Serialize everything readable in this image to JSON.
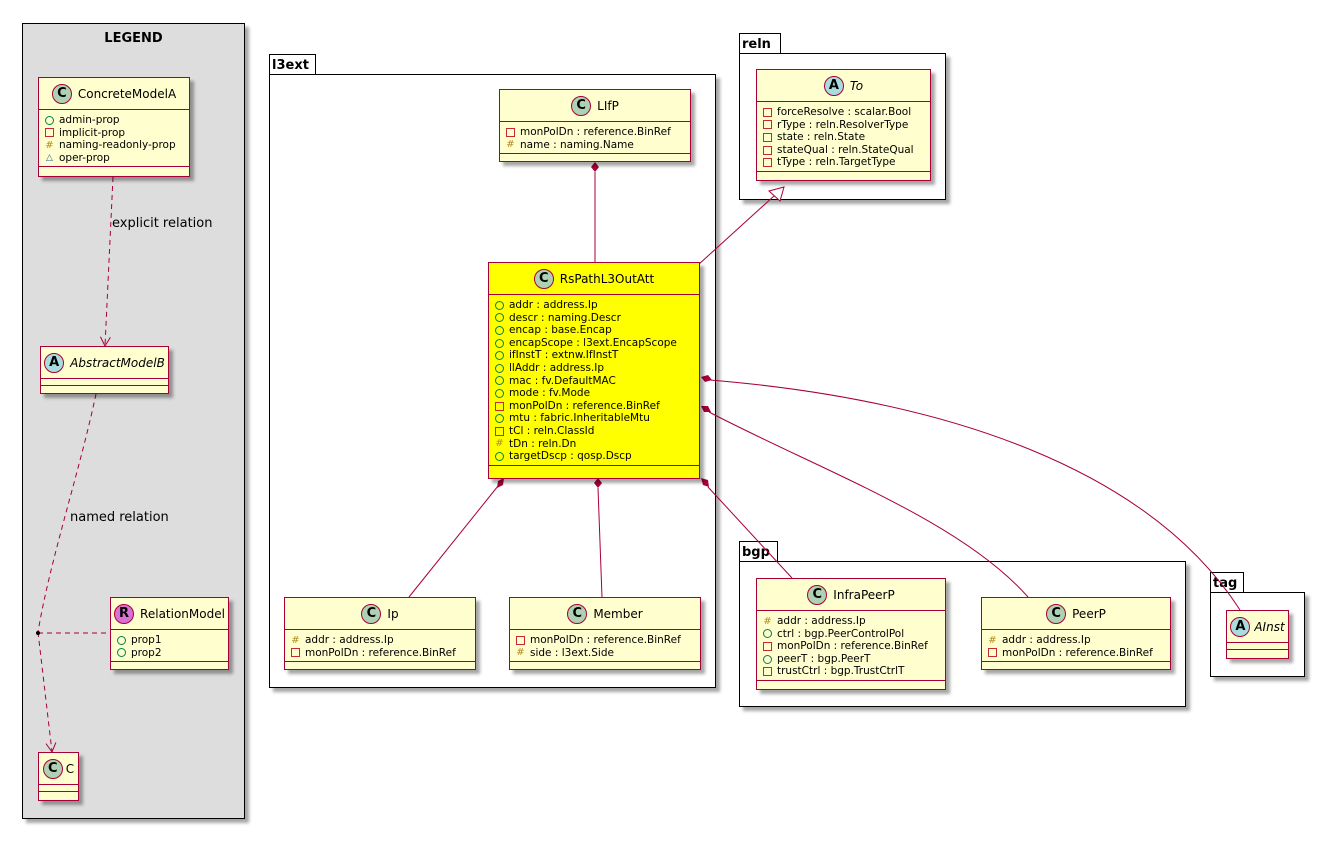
{
  "legend": {
    "title": "LEGEND",
    "concrete": {
      "name": "ConcreteModelA",
      "stereotype": "C",
      "attrs": [
        {
          "vis": "pub",
          "text": "admin-prop"
        },
        {
          "vis": "pri",
          "text": "implicit-prop"
        },
        {
          "vis": "pro",
          "text": "naming-readonly-prop"
        },
        {
          "vis": "pkgv",
          "text": "oper-prop"
        }
      ]
    },
    "abstract": {
      "name": "AbstractModelB",
      "stereotype": "A"
    },
    "relation": {
      "name": "RelationModel",
      "stereotype": "R",
      "attrs": [
        {
          "vis": "pub",
          "text": "prop1"
        },
        {
          "vis": "pub",
          "text": "prop2"
        }
      ]
    },
    "c": {
      "name": "C",
      "stereotype": "C"
    },
    "explicit_relation_label": "explicit relation",
    "named_relation_label": "named relation"
  },
  "packages": {
    "l3ext": "l3ext",
    "reln": "reln",
    "bgp": "bgp",
    "tag": "tag"
  },
  "classes": {
    "lifp": {
      "name": "LIfP",
      "stereotype": "C",
      "attrs": [
        {
          "vis": "pri",
          "text": "monPolDn : reference.BinRef"
        },
        {
          "vis": "pro",
          "text": "name : naming.Name"
        }
      ]
    },
    "to": {
      "name": "To",
      "stereotype": "A",
      "attrs": [
        {
          "vis": "pri",
          "text": "forceResolve : scalar.Bool"
        },
        {
          "vis": "pri",
          "text": "rType : reln.ResolverType"
        },
        {
          "vis": "pri",
          "text": "state : reln.State"
        },
        {
          "vis": "pri",
          "text": "stateQual : reln.StateQual"
        },
        {
          "vis": "pri",
          "text": "tType : reln.TargetType"
        }
      ]
    },
    "rspath": {
      "name": "RsPathL3OutAtt",
      "stereotype": "C",
      "attrs": [
        {
          "vis": "pub",
          "text": "addr : address.Ip"
        },
        {
          "vis": "pub",
          "text": "descr : naming.Descr"
        },
        {
          "vis": "pub",
          "text": "encap : base.Encap"
        },
        {
          "vis": "pub",
          "text": "encapScope : l3ext.EncapScope"
        },
        {
          "vis": "pub",
          "text": "ifInstT : extnw.IfInstT"
        },
        {
          "vis": "pub",
          "text": "llAddr : address.Ip"
        },
        {
          "vis": "pub",
          "text": "mac : fv.DefaultMAC"
        },
        {
          "vis": "pub",
          "text": "mode : fv.Mode"
        },
        {
          "vis": "pri",
          "text": "monPolDn : reference.BinRef"
        },
        {
          "vis": "pub",
          "text": "mtu : fabric.InheritableMtu"
        },
        {
          "vis": "pri",
          "text": "tCl : reln.ClassId"
        },
        {
          "vis": "pro",
          "text": "tDn : reln.Dn"
        },
        {
          "vis": "pub",
          "text": "targetDscp : qosp.Dscp"
        }
      ]
    },
    "ip": {
      "name": "Ip",
      "stereotype": "C",
      "attrs": [
        {
          "vis": "pro",
          "text": "addr : address.Ip"
        },
        {
          "vis": "pri",
          "text": "monPolDn : reference.BinRef"
        }
      ]
    },
    "member": {
      "name": "Member",
      "stereotype": "C",
      "attrs": [
        {
          "vis": "pri",
          "text": "monPolDn : reference.BinRef"
        },
        {
          "vis": "pro",
          "text": "side : l3ext.Side"
        }
      ]
    },
    "infrapeerp": {
      "name": "InfraPeerP",
      "stereotype": "C",
      "attrs": [
        {
          "vis": "pro",
          "text": "addr : address.Ip"
        },
        {
          "vis": "pub",
          "text": "ctrl : bgp.PeerControlPol"
        },
        {
          "vis": "pri",
          "text": "monPolDn : reference.BinRef"
        },
        {
          "vis": "pub",
          "text": "peerT : bgp.PeerT"
        },
        {
          "vis": "pri",
          "text": "trustCtrl : bgp.TrustCtrlT"
        }
      ]
    },
    "peerp": {
      "name": "PeerP",
      "stereotype": "C",
      "attrs": [
        {
          "vis": "pro",
          "text": "addr : address.Ip"
        },
        {
          "vis": "pri",
          "text": "monPolDn : reference.BinRef"
        }
      ]
    },
    "ainst": {
      "name": "AInst",
      "stereotype": "A",
      "attrs": []
    }
  },
  "colors": {
    "class_border": "#a80036",
    "class_fill": "#fefece",
    "highlight_fill": "#ffff00",
    "legend_fill": "#dddddd"
  }
}
